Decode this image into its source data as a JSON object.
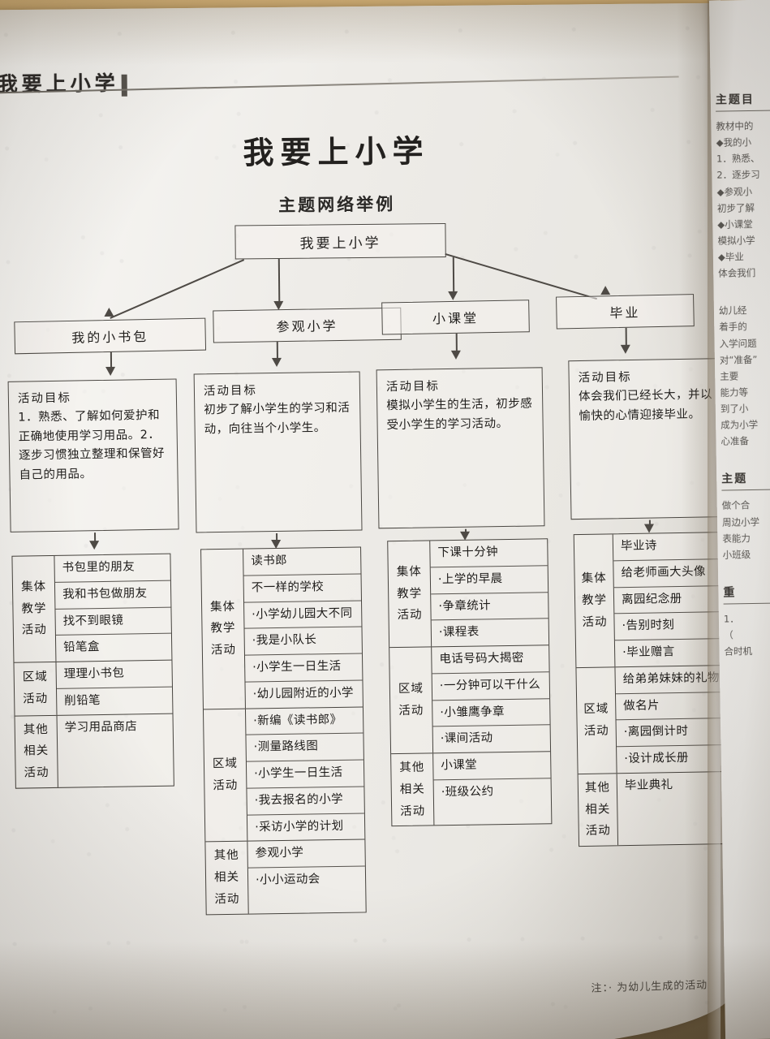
{
  "running_head": {
    "text": "我要上小学"
  },
  "title": "我要上小学",
  "subtitle": "主题网络举例",
  "root": {
    "label": "我要上小学"
  },
  "branches": [
    {
      "label": "我的小书包"
    },
    {
      "label": "参观小学"
    },
    {
      "label": "小课堂"
    },
    {
      "label": "毕业"
    }
  ],
  "goals": [
    {
      "head": "活动目标",
      "body": "1．熟悉、了解如何爱护和正确地使用学习用品。2．逐步习惯独立整理和保管好自己的用品。"
    },
    {
      "head": "活动目标",
      "body": "初步了解小学生的学习和活动，向往当个小学生。"
    },
    {
      "head": "活动目标",
      "body": "模拟小学生的生活，初步感受小学生的学习活动。"
    },
    {
      "head": "活动目标",
      "body": "体会我们已经长大，并以愉快的心情迎接毕业。"
    }
  ],
  "tables": [
    {
      "groups": [
        {
          "label": "集体教学活动",
          "items": [
            "书包里的朋友",
            "我和书包做朋友",
            "找不到眼镜",
            "铅笔盒"
          ]
        },
        {
          "label": "区域活动",
          "items": [
            "理理小书包",
            "削铅笔"
          ]
        },
        {
          "label": "其他相关活动",
          "items": [
            "学习用品商店"
          ]
        }
      ]
    },
    {
      "groups": [
        {
          "label": "集体教学活动",
          "items": [
            "读书郎",
            "不一样的学校",
            "·小学幼儿园大不同",
            "·我是小队长",
            "·小学生一日生活",
            "·幼儿园附近的小学"
          ]
        },
        {
          "label": "区域活动",
          "items": [
            "·新编《读书郎》",
            "·测量路线图",
            "·小学生一日生活",
            "·我去报名的小学",
            "·采访小学的计划"
          ]
        },
        {
          "label": "其他相关活动",
          "items": [
            "参观小学",
            "·小小运动会"
          ]
        }
      ]
    },
    {
      "groups": [
        {
          "label": "集体教学活动",
          "items": [
            "下课十分钟",
            "·上学的早晨",
            "·争章统计",
            "·课程表"
          ]
        },
        {
          "label": "区域活动",
          "items": [
            "电话号码大揭密",
            "·一分钟可以干什么",
            "·小雏鹰争章",
            "·课间活动"
          ]
        },
        {
          "label": "其他相关活动",
          "items": [
            "小课堂",
            "·班级公约"
          ]
        }
      ]
    },
    {
      "groups": [
        {
          "label": "集体教学活动",
          "items": [
            "毕业诗",
            "给老师画大头像",
            "离园纪念册",
            "·告别时刻",
            "·毕业赠言"
          ]
        },
        {
          "label": "区域活动",
          "items": [
            "给弟弟妹妹的礼物",
            "做名片",
            "·离园倒计时",
            "·设计成长册"
          ]
        },
        {
          "label": "其他相关活动",
          "items": [
            "毕业典礼"
          ]
        }
      ]
    }
  ],
  "footnote": "注：· 为幼儿生成的活动",
  "right_page": {
    "head": "主题目",
    "lines": [
      "教材中的",
      "◆我的小",
      "1．熟悉、",
      "2．逐步习",
      "◆参观小",
      "初步了解",
      "◆小课堂",
      "模拟小学",
      "◆毕业",
      "体会我们"
    ],
    "lines2": [
      "幼儿经",
      "着手的",
      "入学问题",
      "对“准备”",
      "主要",
      "能力等",
      "到了小",
      "成为小学",
      "心准备"
    ],
    "head2": "主题",
    "lines3": [
      "做个合",
      "周边小学",
      "表能力",
      "小班级"
    ],
    "head3": "重",
    "lines4": [
      "1．",
      "（",
      "合时机"
    ]
  },
  "colors": {
    "ink": "#201e1c",
    "rule": "#4b4843",
    "paper": "#f1efeb",
    "desk": "#bb9a63"
  }
}
